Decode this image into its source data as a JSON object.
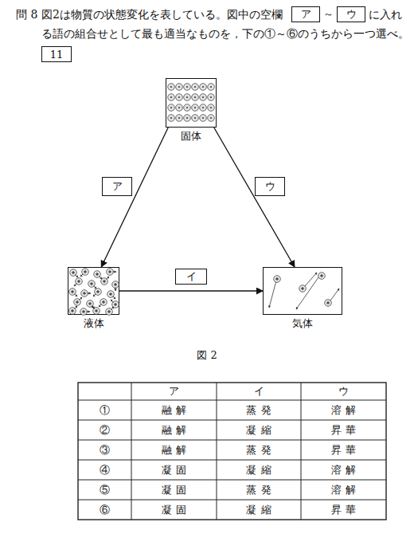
{
  "diagram": {
    "caption": "図 2",
    "nodes": [
      {
        "text": [
          "ア"
        ]
      },
      {
        "text": [
          "ウ"
        ]
      },
      {
        "text": [
          "11"
        ]
      },
      {
        "text": [
          "固体"
        ]
      },
      {
        "text": [
          "ア"
        ]
      },
      {
        "text": [
          "ウ"
        ]
      },
      {
        "text": [
          "液体"
        ]
      },
      {
        "text": [
          "イ"
        ]
      },
      {
        "text": [
          "気体"
        ]
      }
    ],
    "edges": [
      {
        "from": 3,
        "to": 6,
        "arrow": "to"
      },
      {
        "from": 6,
        "to": 8,
        "arrow": "to"
      },
      {
        "from": 3,
        "to": 8,
        "arrow": "to"
      }
    ],
    "labels": [
      "問 8",
      "図2は物質の状態変化を表している。図中の空欄",
      "～",
      "に入れる語の組合せとして最も適当なものを，下の①～⑥のうちから一つ選べ。",
      "ア",
      "イ",
      "ウ",
      "①",
      "融解",
      "蒸発",
      "溶解",
      "②",
      "融解",
      "凝縮",
      "昇華",
      "③",
      "融解",
      "蒸発",
      "昇華",
      "④",
      "凝固",
      "凝縮",
      "溶解",
      "⑤",
      "凝固",
      "蒸発",
      "溶解",
      "⑥",
      "凝固",
      "凝縮",
      "昇華"
    ]
  }
}
